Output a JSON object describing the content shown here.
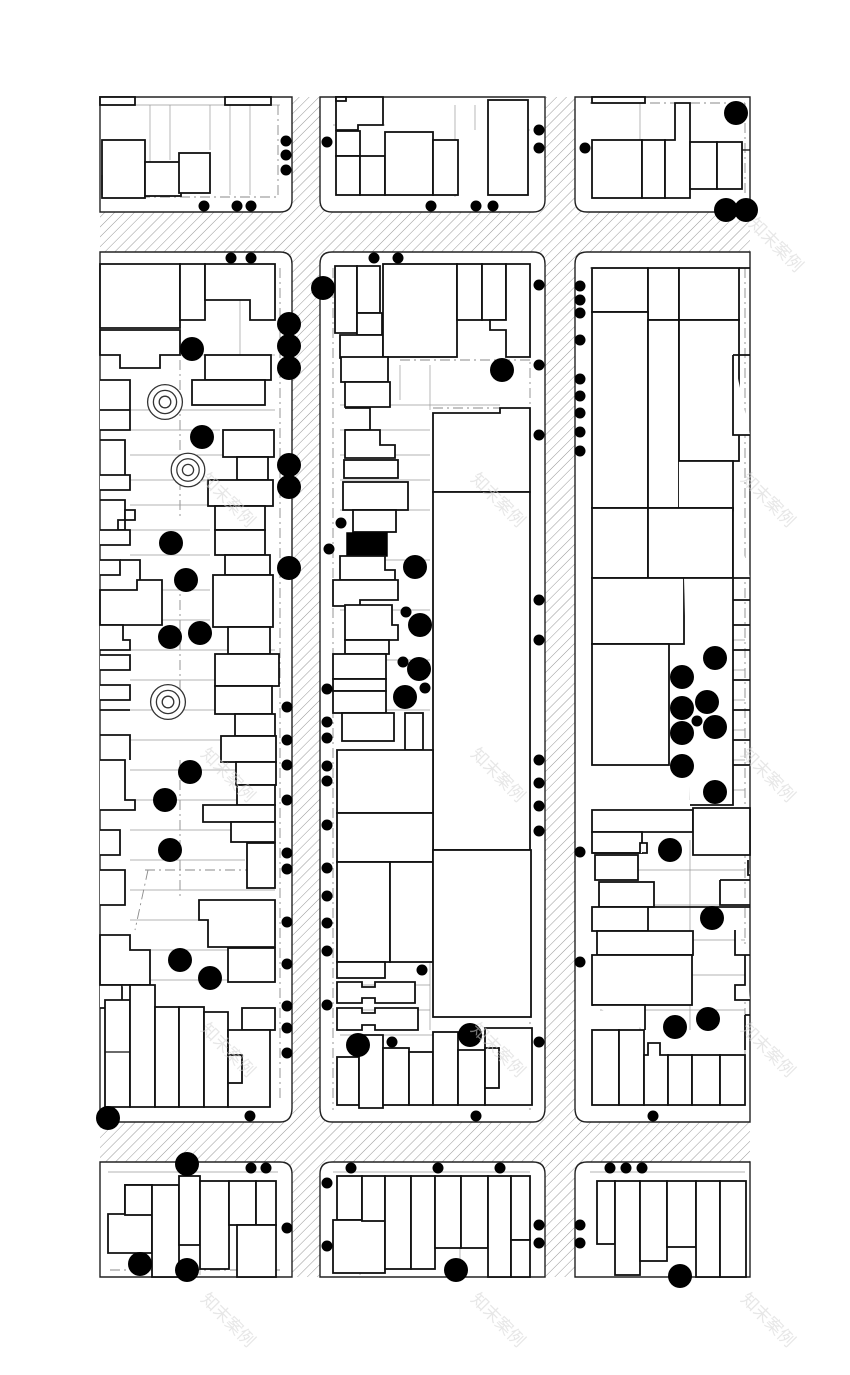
{
  "map": {
    "type": "figure-ground site plan",
    "highlighted_building": "project site (solid black)",
    "colors": {
      "background": "#ffffff",
      "building_outline": "#111111",
      "lot_lines": "#9a9a9a",
      "road_hatch": "#8c8c8c",
      "highlight": "#000000"
    },
    "watermark_text": "知末案例",
    "features": [
      "city blocks",
      "street grid with hatched roadways",
      "building footprints",
      "lot lines",
      "street trees"
    ]
  }
}
